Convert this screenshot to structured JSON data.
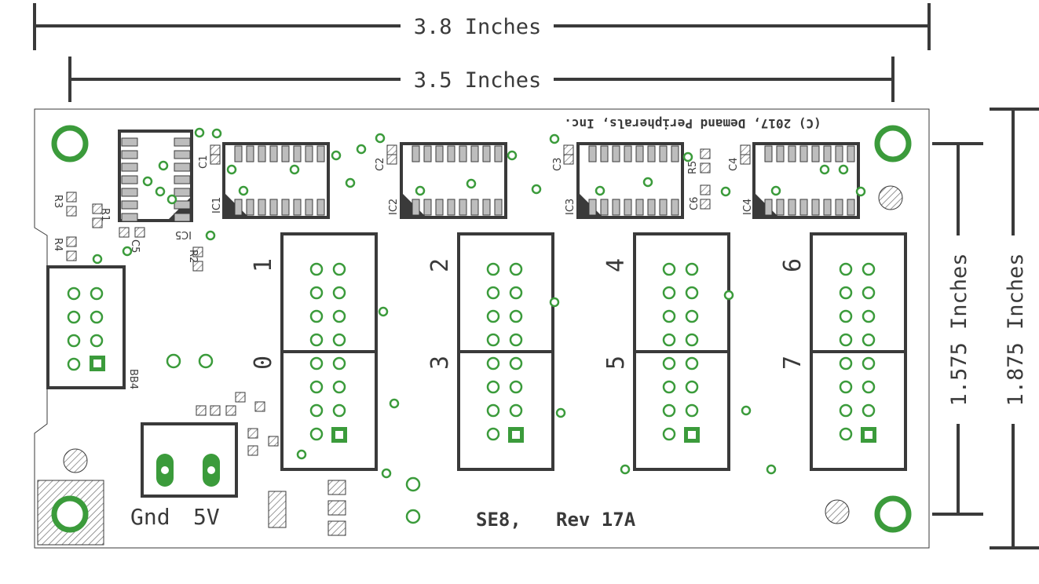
{
  "dimensions": {
    "width_outer": "3.8 Inches",
    "width_inner": "3.5 Inches",
    "height_inner": "1.575 Inches",
    "height_outer": "1.875 Inches"
  },
  "copyright": "(C) 2017, Demand Peripherals, Inc.",
  "board_name": "SE8,",
  "revision": "Rev 17A",
  "power_labels": {
    "gnd": "Gnd",
    "v5": "5V"
  },
  "connector_labels": [
    "1",
    "0",
    "2",
    "3",
    "4",
    "5",
    "6",
    "7"
  ],
  "ic_labels": [
    "IC1",
    "IC2",
    "IC3",
    "IC4",
    "IC5"
  ],
  "cap_labels": [
    "C1",
    "C2",
    "C3",
    "C4",
    "C5",
    "C6"
  ],
  "res_labels": [
    "R1",
    "R2",
    "R3",
    "R4",
    "R5"
  ],
  "header_label": "BB4",
  "colors": {
    "silk": "#3a3a3a",
    "copper": "#3b9b3b",
    "board": "#ffffff"
  }
}
